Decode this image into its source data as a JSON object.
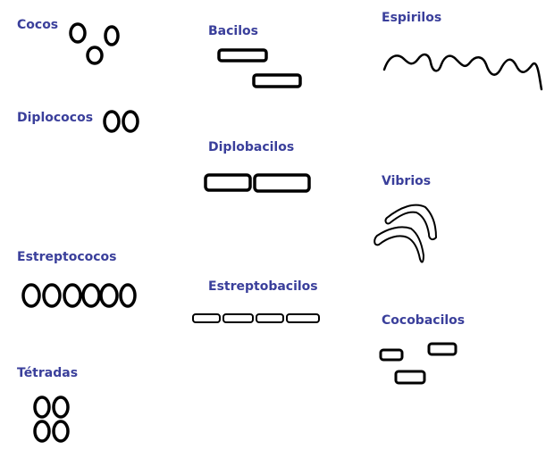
{
  "labels": {
    "cocos": "Cocos",
    "diplococos": "Diplococos",
    "estreptococos": "Estreptococos",
    "tetradas": "Tétradas",
    "bacilos": "Bacilos",
    "diplobacilos": "Diplobacilos",
    "estreptobacilos": "Estreptobacilos",
    "espirilos": "Espirilos",
    "vibrios": "Vibrios",
    "cocobacilos": "Cocobacilos"
  },
  "colors": {
    "label": "#3a3f9b",
    "shape": "#000000",
    "background": "#ffffff"
  }
}
